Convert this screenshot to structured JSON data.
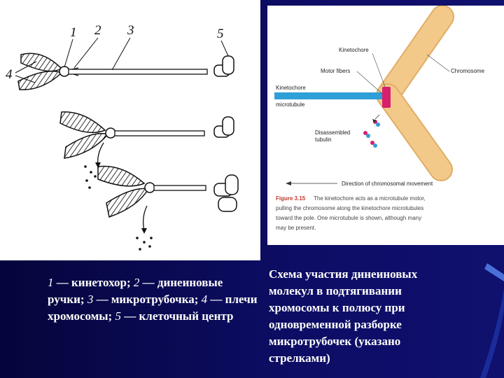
{
  "left_diagram": {
    "numbers": [
      "1",
      "2",
      "3",
      "4",
      "5"
    ]
  },
  "left_caption": {
    "n1": "1",
    "t1": " — кинетохор; ",
    "n2": "2",
    "t2": " — динеиновые ручки; ",
    "n3": "3",
    "t3": " — микротрубочка; ",
    "n4": "4",
    "t4": " — плечи хромосомы; ",
    "n5": "5",
    "t5": " — клеточный центр"
  },
  "right_figure": {
    "label_kinetochore_top": "Kinetochore",
    "label_motor_fibers": "Motor fibers",
    "label_chromosome": "Chromosome",
    "label_kinetochore_left": "Kinetochore",
    "label_microtubule": "microtubule",
    "label_disassembled_1": "Disassembled",
    "label_disassembled_2": "tubulin",
    "label_direction": "Direction of chromosomal movement",
    "figure_number": "Figure 3.15",
    "caption_line1": "The kinetochore acts as a microtubule motor,",
    "caption_line2": "pulling the chromosome along the kinetochore microtubules",
    "caption_line3": "toward the pole. One microtubule is shown, although many",
    "caption_line4": "may be present.",
    "colors": {
      "chromosome": "#f3c98a",
      "chromosome_edge": "#e0ad66",
      "microtubule": "#2f9fd8",
      "kinetochore": "#d81f6e",
      "figure_label": "#c0392b"
    }
  },
  "right_caption": {
    "text": "Схема участия динеиновых молекул в подтягивании хромосомы к полюсу при одновременной разборке микротрубочек (указано стрелками)"
  }
}
